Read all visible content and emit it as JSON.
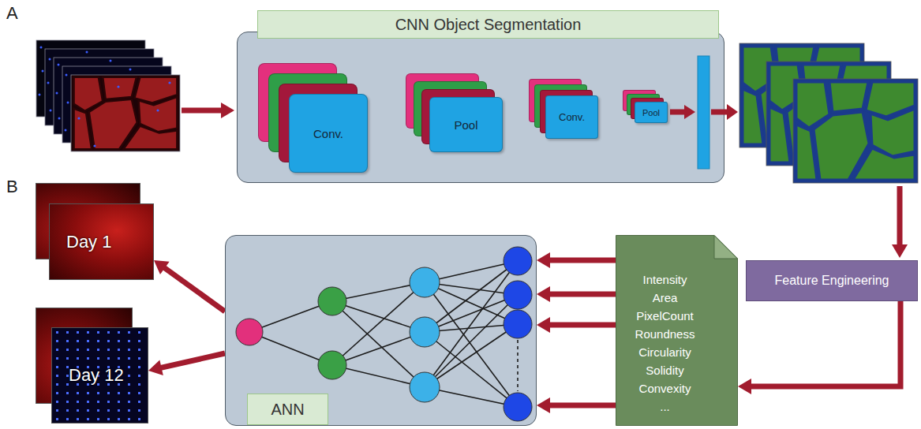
{
  "diagram": {
    "nodes": [
      {
        "text": [
          "CNN Object Segmentation"
        ]
      },
      {
        "text": [
          "Conv."
        ],
        "in": 0
      },
      {
        "text": [
          "Pool"
        ],
        "in": 0
      },
      {
        "text": [
          "Conv."
        ],
        "in": 0
      },
      {
        "text": [
          "Pool"
        ],
        "in": 0
      },
      {
        "text": [
          "Feature Engineering"
        ]
      },
      {
        "text": [
          "ANN"
        ]
      },
      {
        "text": [
          "Intensity",
          "Area",
          "PixelCount",
          "Roundness",
          "Circularity",
          "Solidity",
          "Convexity",
          "..."
        ]
      },
      {
        "text": [
          "Day 1"
        ]
      },
      {
        "text": [
          "Day 12"
        ]
      }
    ],
    "edges": [
      {
        "from": 5,
        "to": 7,
        "arrow": "to"
      },
      {
        "from": 7,
        "to": 6,
        "arrow": "to"
      },
      {
        "from": 7,
        "to": 6,
        "arrow": "to"
      },
      {
        "from": 7,
        "to": 6,
        "arrow": "to"
      },
      {
        "from": 7,
        "to": 6,
        "arrow": "to"
      },
      {
        "from": 6,
        "to": 8,
        "arrow": "to"
      },
      {
        "from": 6,
        "to": 9,
        "arrow": "to"
      }
    ],
    "labels": [
      "A",
      "B"
    ]
  }
}
